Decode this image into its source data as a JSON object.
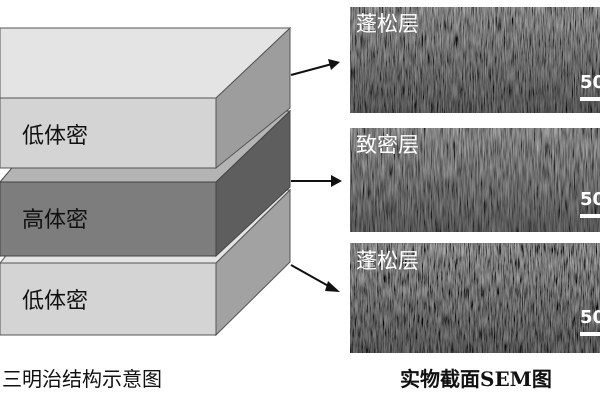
{
  "layers": [
    {
      "label": "低体密",
      "colors": {
        "front": "#d4d4d4",
        "top": "#e4e4e4",
        "side": "#9d9d9d"
      }
    },
    {
      "label": "高体密",
      "colors": {
        "front": "#7d7d7d",
        "top": "#b4b4b4",
        "side": "#5e5e5e"
      }
    },
    {
      "label": "低体密",
      "colors": {
        "front": "#d4d4d4",
        "top": "#e4e4e4",
        "side": "#a2a2a2"
      }
    }
  ],
  "sem_panels": [
    {
      "label": "蓬松层",
      "scale": "50"
    },
    {
      "label": "致密层",
      "scale": "50"
    },
    {
      "label": "蓬松层",
      "scale": "50"
    }
  ],
  "captions": {
    "left": "三明治结构示意图",
    "right": "实物截面SEM图"
  }
}
